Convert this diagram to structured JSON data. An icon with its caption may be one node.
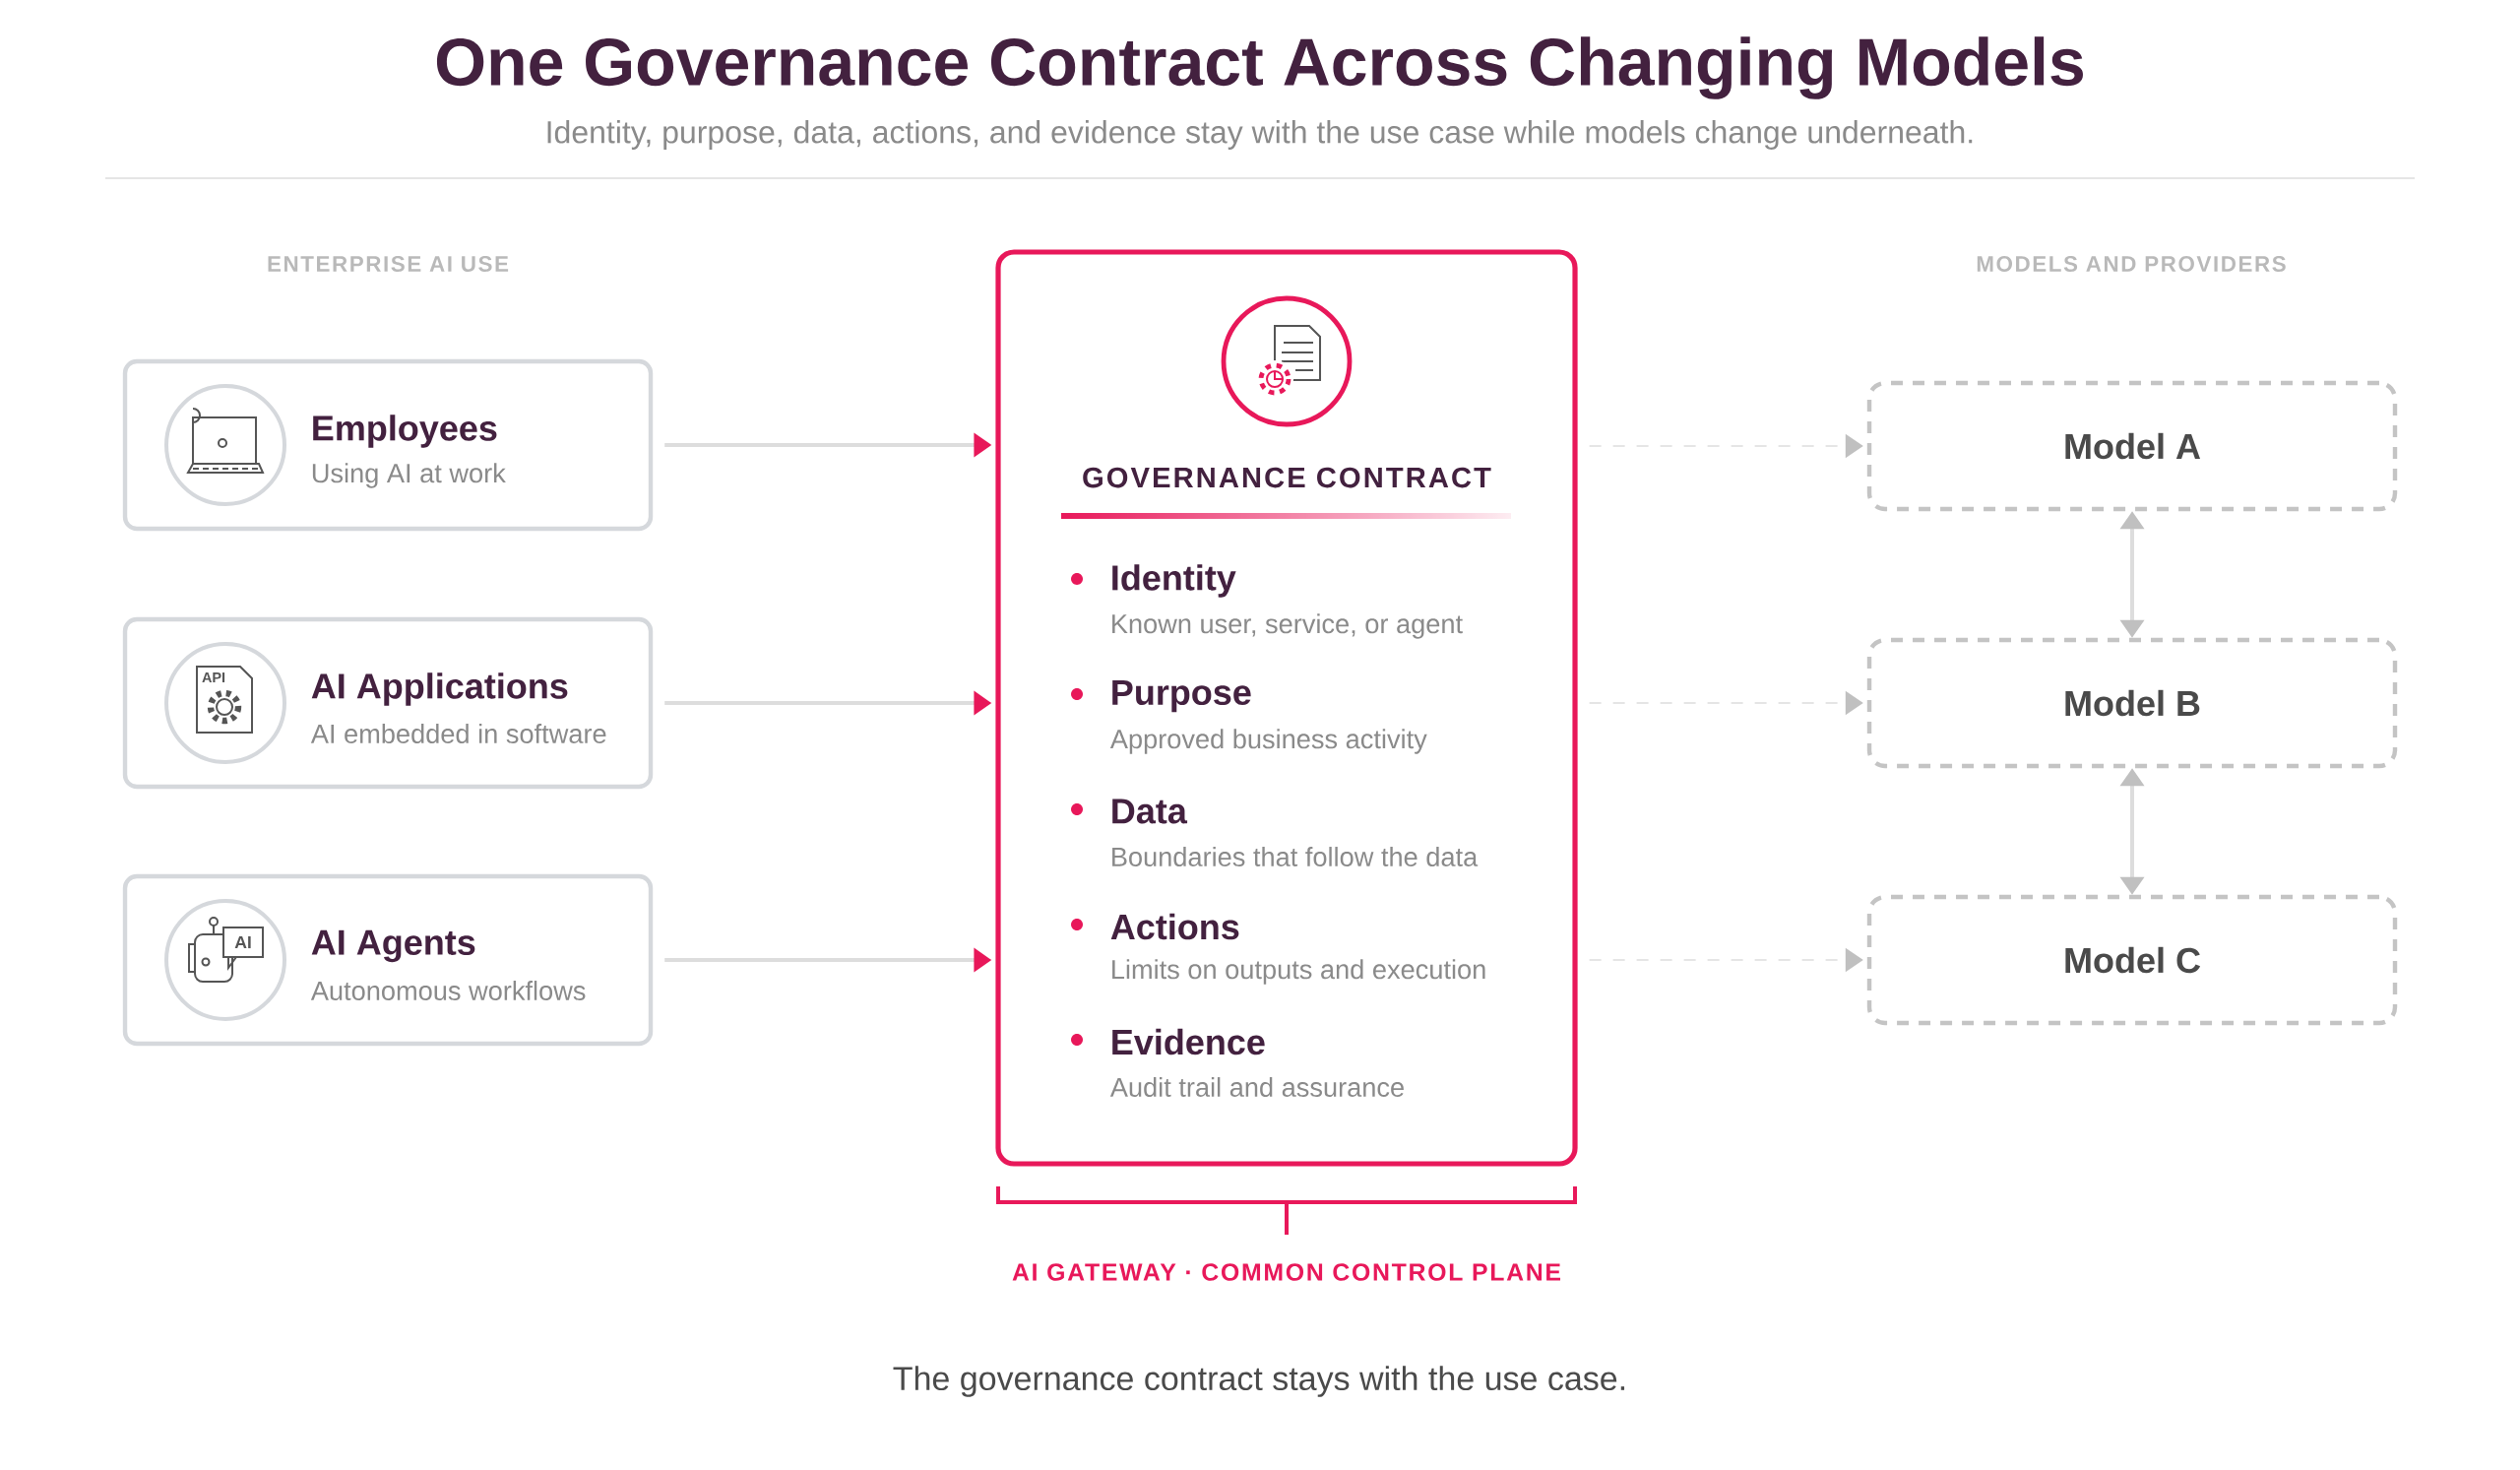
{
  "diagram": {
    "title": "One Governance Contract Across Changing Models",
    "caption": "The governance contract stays with the use case.",
    "nodes": [
      {
        "text": [
          "Employees",
          "Using AI at work"
        ]
      },
      {
        "text": [
          "AI Applications",
          "AI embedded in software"
        ]
      },
      {
        "text": [
          "AI Agents",
          "Autonomous workflows"
        ]
      },
      {
        "text": [
          "GOVERNANCE CONTRACT",
          "Identity",
          "Known user, service, or agent",
          "Purpose",
          "Approved business activity",
          "Data",
          "Boundaries that follow the data",
          "Actions",
          "Limits on outputs and execution",
          "Evidence",
          "Audit trail and assurance"
        ]
      },
      {
        "text": [
          "Model A"
        ]
      },
      {
        "text": [
          "Model B"
        ]
      },
      {
        "text": [
          "Model C"
        ]
      }
    ],
    "edges": [
      {
        "from": 0,
        "to": 3,
        "arrow": "to"
      },
      {
        "from": 1,
        "to": 3,
        "arrow": "to"
      },
      {
        "from": 2,
        "to": 3,
        "arrow": "to"
      },
      {
        "from": 3,
        "to": 4,
        "arrow": "to",
        "style": "dashed"
      },
      {
        "from": 3,
        "to": 5,
        "arrow": "to",
        "style": "dashed"
      },
      {
        "from": 3,
        "to": 6,
        "arrow": "to",
        "style": "dashed"
      },
      {
        "from": 4,
        "to": 5,
        "arrow": "both"
      },
      {
        "from": 5,
        "to": 6,
        "arrow": "both"
      }
    ],
    "labels": [
      "Identity, purpose, data, actions, and evidence stay with the use case while models change underneath.",
      "ENTERPRISE AI USE",
      "MODELS AND PROVIDERS",
      "API",
      "AI",
      "AI GATEWAY · COMMON CONTROL PLANE"
    ]
  }
}
